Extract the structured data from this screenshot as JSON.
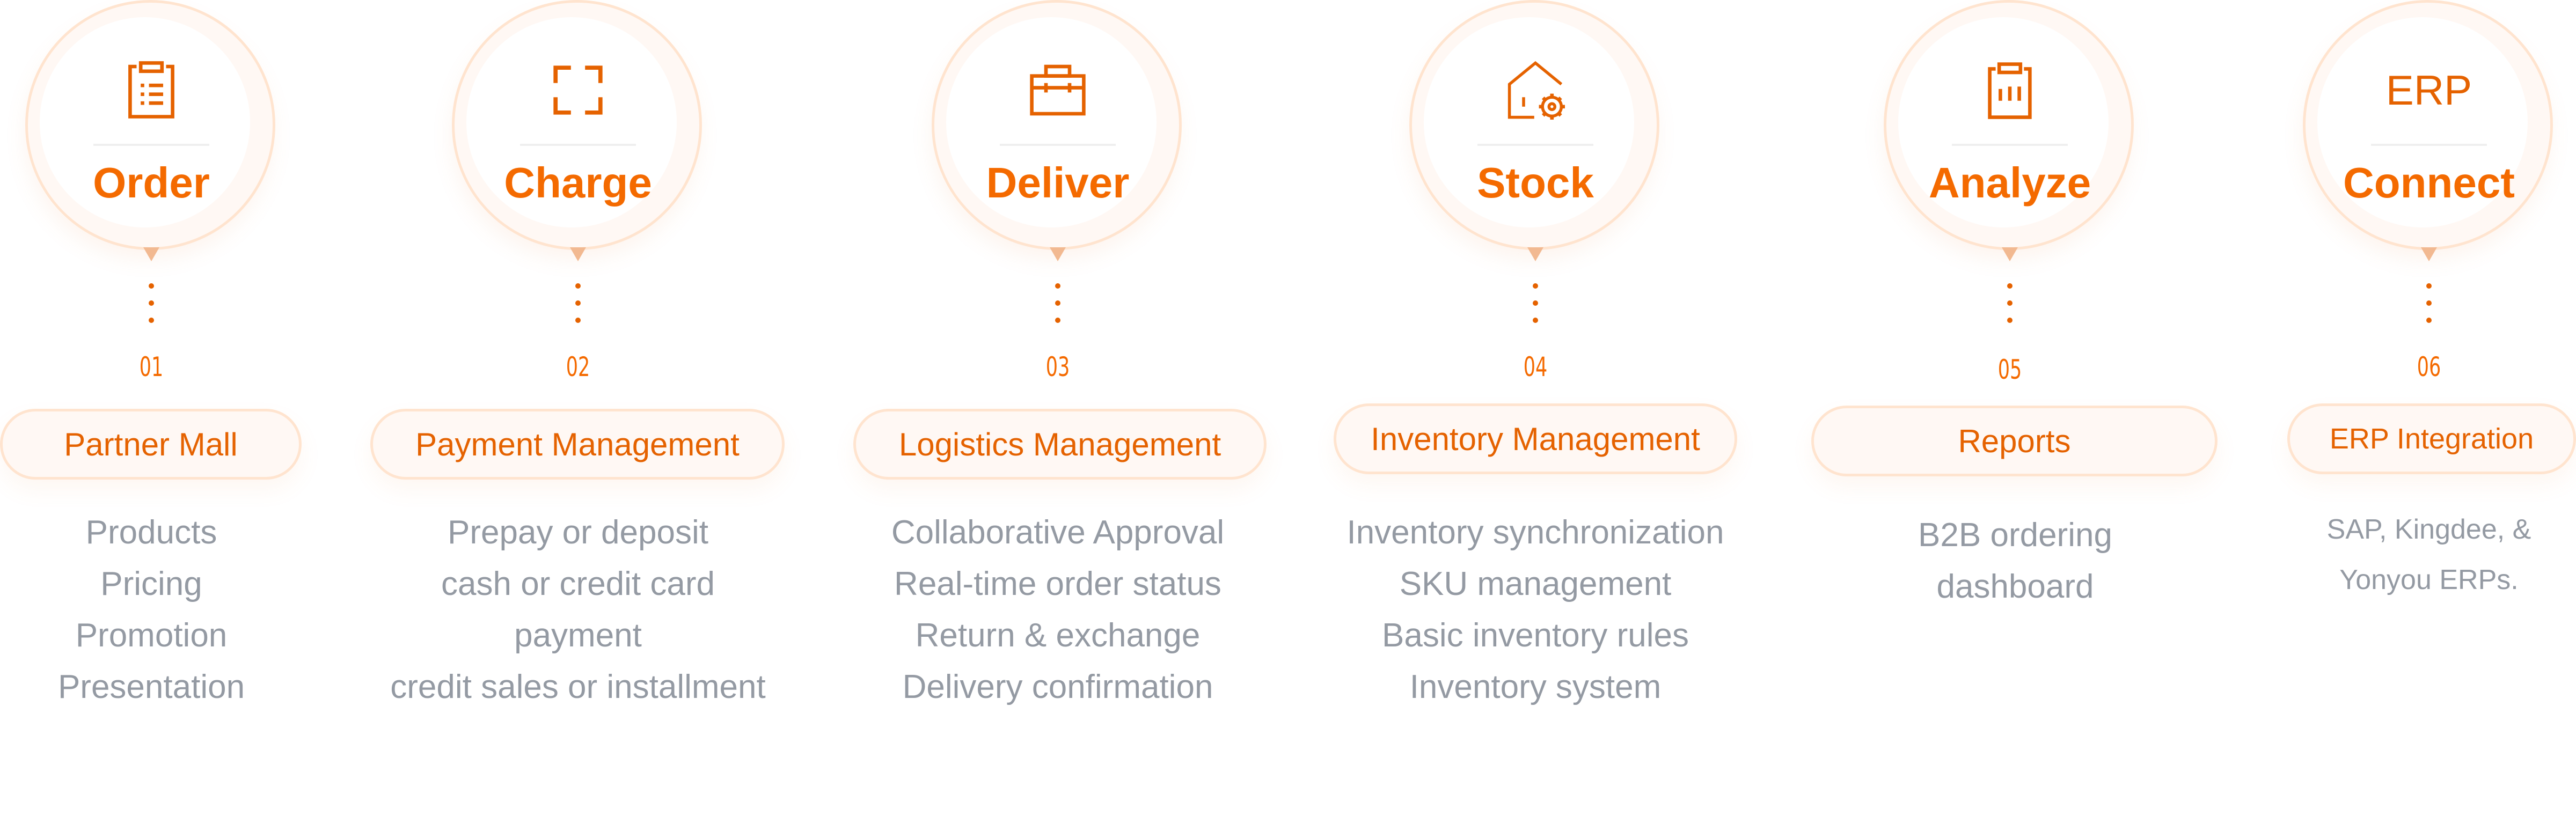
{
  "colors": {
    "accent": "#f46a00",
    "accent_dark": "#e56200",
    "ring": "#ffe4cf",
    "ring_fill": "#fff8f4",
    "pointer": "#f2b991",
    "divider": "#efefef",
    "description_text": "#949aa3"
  },
  "steps": [
    {
      "icon": "clipboard-list-icon",
      "title": "Order",
      "number": "01",
      "label": "Partner Mall",
      "description": [
        "Products",
        "Pricing",
        "Promotion",
        "Presentation"
      ]
    },
    {
      "icon": "scan-frame-icon",
      "title": "Charge",
      "number": "02",
      "label": "Payment Management",
      "description": [
        "Prepay or deposit",
        "cash or credit card",
        "payment",
        "credit sales or installment"
      ]
    },
    {
      "icon": "toolbox-icon",
      "title": "Deliver",
      "number": "03",
      "label": "Logistics Management",
      "description": [
        "Collaborative Approval",
        "Real-time order status",
        "Return & exchange",
        "Delivery confirmation"
      ]
    },
    {
      "icon": "warehouse-gear-icon",
      "title": "Stock",
      "number": "04",
      "label": "Inventory Management",
      "description": [
        "Inventory synchronization",
        "SKU management",
        "Basic inventory rules",
        "Inventory system"
      ]
    },
    {
      "icon": "clipboard-chart-icon",
      "title": "Analyze",
      "number": "05",
      "label": "Reports",
      "description": [
        "B2B ordering",
        "dashboard"
      ]
    },
    {
      "icon": "erp-text-icon",
      "icon_text": "ERP",
      "title": "Connect",
      "number": "06",
      "label": "ERP Integration",
      "description": [
        "SAP, Kingdee, &",
        "Yonyou ERPs."
      ]
    }
  ]
}
